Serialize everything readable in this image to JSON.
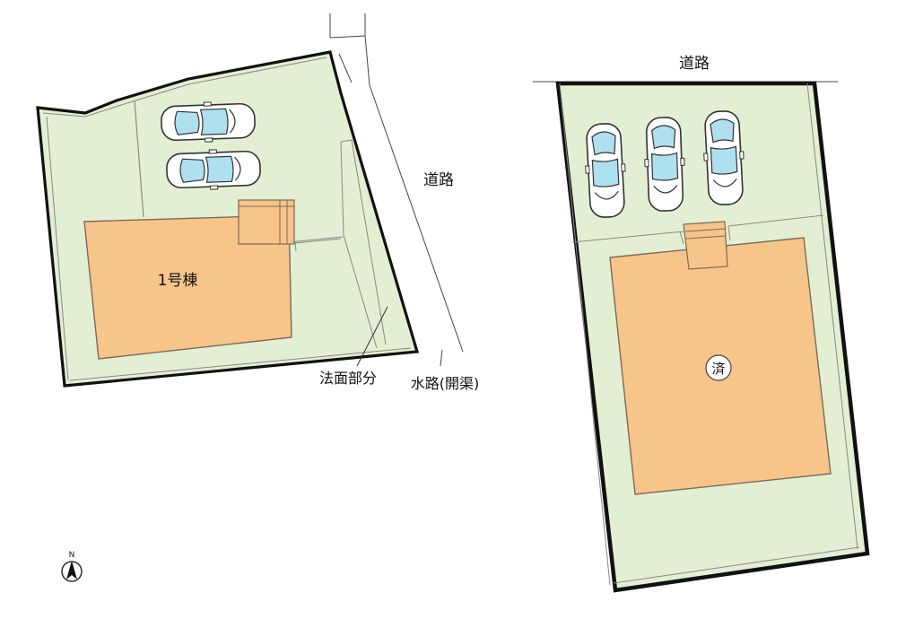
{
  "labels": {
    "road_left": "道路",
    "road_right": "道路",
    "building_1": "1号棟",
    "slope": "法面部分",
    "waterway": "水路(開渠)",
    "sold_mark": "済",
    "north": "N"
  },
  "colors": {
    "lot_fill": "#e3efd2",
    "building_fill": "#f7c489",
    "building_stroke": "#7a6a5a",
    "boundary": "#111111",
    "car_glass": "#aee0f0"
  },
  "icons": {
    "car": "car-icon",
    "north_arrow": "north-arrow-icon",
    "sold_badge": "sold-circle-badge"
  }
}
